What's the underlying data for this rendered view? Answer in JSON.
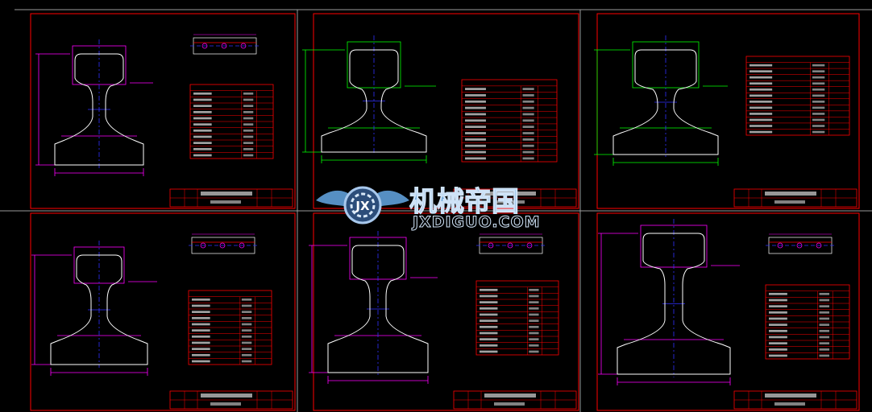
{
  "watermark": {
    "brand_cn": "机械帝国",
    "brand_url": "JXDIGUO.COM",
    "logo_letters": "JX"
  },
  "colors": {
    "background": "#000000",
    "frame": "#ff0000",
    "table": "#ff0000",
    "rail_outline": "#ffffff",
    "dimension_magenta": "#ff00ff",
    "dimension_green": "#00ff00",
    "centerline_blue": "#3030ff",
    "watermark_blue": "#5f9fd8"
  },
  "sheets": [
    {
      "id": "sheet-1",
      "dimension_color": "magenta",
      "has_detail_view": true
    },
    {
      "id": "sheet-2",
      "dimension_color": "green",
      "has_detail_view": false
    },
    {
      "id": "sheet-3",
      "dimension_color": "green",
      "has_detail_view": false
    },
    {
      "id": "sheet-4",
      "dimension_color": "magenta",
      "has_detail_view": true
    },
    {
      "id": "sheet-5",
      "dimension_color": "magenta",
      "has_detail_view": true
    },
    {
      "id": "sheet-6",
      "dimension_color": "magenta",
      "has_detail_view": true
    }
  ]
}
